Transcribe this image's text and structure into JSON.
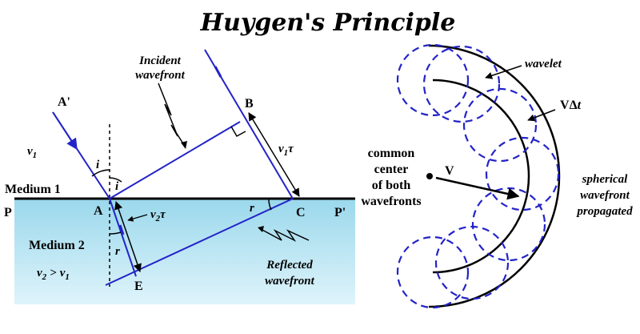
{
  "title": "Huygen's Principle",
  "left": {
    "points": {
      "a_prime": "A'",
      "a": "A",
      "b": "B",
      "c": "C",
      "e": "E",
      "p": "P",
      "p_prime": "P'"
    },
    "media": {
      "medium1": "Medium 1",
      "medium2": "Medium 2"
    },
    "angles": {
      "i": "i",
      "r": "r"
    },
    "velocity": {
      "v": "v",
      "one": "1",
      "two": "2",
      "tau": "τ",
      "greater": ">"
    },
    "labels": {
      "incident_l1": "Incident",
      "incident_l2": "wavefront",
      "reflected_l1": "Reflected",
      "reflected_l2": "wavefront"
    },
    "colors": {
      "ray": "#2323c8",
      "medium2_top": "#9ad8ec",
      "medium2_bottom": "#dff4fb"
    }
  },
  "right": {
    "labels": {
      "wavelet": "wavelet",
      "v": "V",
      "vdt_v": "V",
      "vdt_delta": "Δ",
      "vdt_t": "t",
      "cc_l1": "common",
      "cc_l2": "center",
      "cc_l3": "of both",
      "cc_l4": "wavefronts",
      "sp_l1": "spherical",
      "sp_l2": "wavefront",
      "sp_l3": "propagated"
    },
    "colors": {
      "wavelet": "#2323c8"
    }
  }
}
